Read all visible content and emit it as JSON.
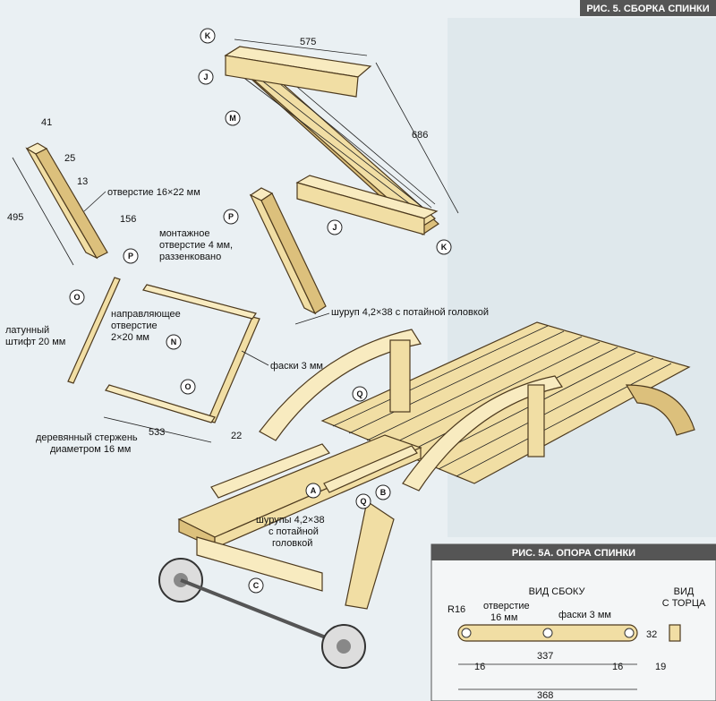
{
  "header_main": "РИС. 5. СБОРКА СПИНКИ",
  "header_inset": "РИС. 5А. ОПОРА СПИНКИ",
  "labels": {
    "hole_16x22": "отверстие 16×22 мм",
    "mount_hole_1": "монтажное",
    "mount_hole_2": "отверстие 4 мм,",
    "mount_hole_3": "раззенковано",
    "guide_1": "направляющее",
    "guide_2": "отверстие",
    "guide_3": "2×20 мм",
    "brass_1": "латунный",
    "brass_2": "штифт 20 мм",
    "chamfer": "фаски 3 мм",
    "screw_top": "шуруп 4,2×38 с потайной головкой",
    "rod_1": "деревянный стержень",
    "rod_2": "диаметром 16 мм",
    "screws_1": "шурупы 4,2×38",
    "screws_2": "с потайной",
    "screws_3": "головкой"
  },
  "dims": {
    "d575": "575",
    "d686": "686",
    "d41": "41",
    "d25": "25",
    "d13": "13",
    "d495": "495",
    "d156": "156",
    "d533": "533",
    "d22": "22"
  },
  "bubbles": [
    "K",
    "J",
    "M",
    "P",
    "J",
    "K",
    "P",
    "O",
    "N",
    "O",
    "Q",
    "Q",
    "A",
    "B",
    "C"
  ],
  "inset": {
    "side_view": "ВИД СБОКУ",
    "end_view_1": "ВИД",
    "end_view_2": "С ТОРЦА",
    "r16": "R16",
    "hole_1": "отверстие",
    "hole_2": "16 мм",
    "chamfer": "фаски 3 мм",
    "d16a": "16",
    "d337": "337",
    "d16b": "16",
    "d368": "368",
    "d32": "32",
    "d19": "19"
  }
}
